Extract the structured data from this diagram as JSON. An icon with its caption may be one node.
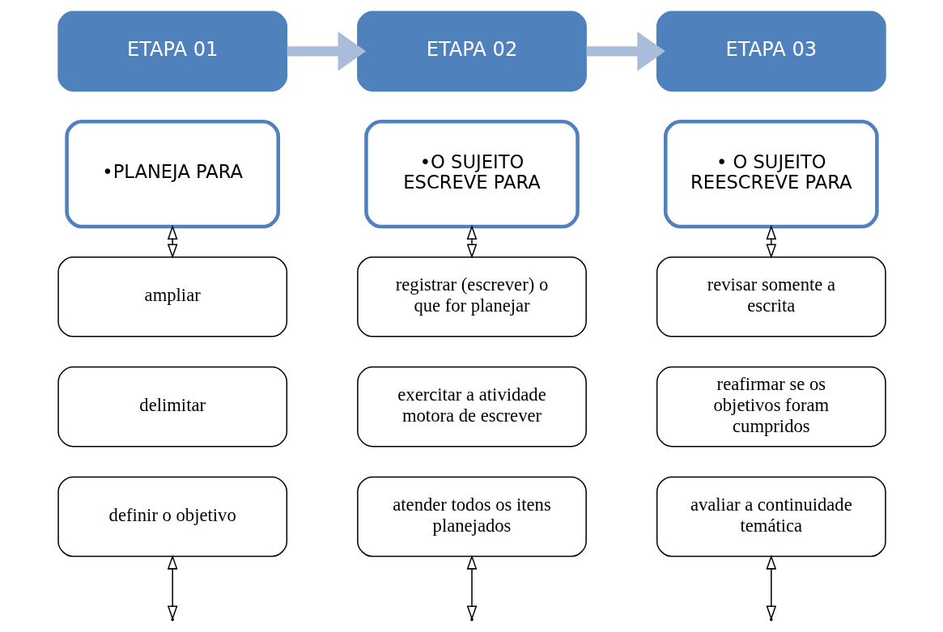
{
  "diagram": {
    "nodes": [
      {
        "text": [
          "ETAPA 01"
        ]
      },
      {
        "text": [
          "•PLANEJA PARA"
        ]
      },
      {
        "text": [
          "ETAPA 02"
        ]
      },
      {
        "text": [
          "•O SUJEITO ESCREVE PARA"
        ]
      },
      {
        "text": [
          "ETAPA 03"
        ]
      },
      {
        "text": [
          "• O SUJEITO REESCREVE PARA"
        ]
      },
      {
        "text": [
          "ampliar"
        ]
      },
      {
        "text": [
          "delimitar"
        ]
      },
      {
        "text": [
          "definir o objetivo"
        ]
      },
      {
        "text": [
          "registrar (escrever) o que for planejar"
        ]
      },
      {
        "text": [
          "exercitar a atividade motora de escrever"
        ]
      },
      {
        "text": [
          "atender todos os itens planejados"
        ]
      },
      {
        "text": [
          "revisar somente a escrita"
        ]
      },
      {
        "text": [
          "reafirmar se os objetivos foram cumpridos"
        ]
      },
      {
        "text": [
          "avaliar a continuidade temática"
        ]
      }
    ],
    "edges": [
      {
        "from": 0,
        "to": 2,
        "arrow": "to",
        "style": "thick",
        "color": "#a9bcd9"
      },
      {
        "from": 2,
        "to": 4,
        "arrow": "to",
        "style": "thick",
        "color": "#a9bcd9"
      },
      {
        "from": 1,
        "to": 6,
        "arrow": "both"
      },
      {
        "from": 3,
        "to": 9,
        "arrow": "both"
      },
      {
        "from": 5,
        "to": 12,
        "arrow": "both"
      },
      {
        "from": 8,
        "to": null,
        "arrow": "both"
      },
      {
        "from": 11,
        "to": null,
        "arrow": "both"
      },
      {
        "from": 14,
        "to": null,
        "arrow": "both"
      }
    ]
  }
}
